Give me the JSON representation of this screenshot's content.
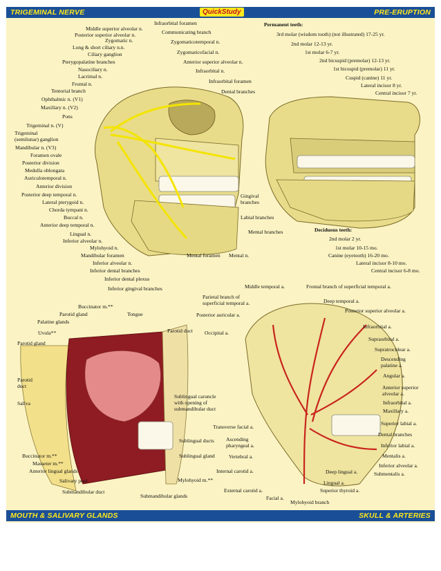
{
  "header": {
    "left_title": "TRIGEMINAL NERVE",
    "logo": "QuickStudy",
    "right_title": "PRE-ERUPTION"
  },
  "footer": {
    "left_title": "MOUTH & SALIVARY GLANDS",
    "right_title": "SKULL & ARTERIES"
  },
  "trigeminal": {
    "labels": [
      "Infraorbital foramen",
      "Middle superior alveolar n.",
      "Posterior superior alveolar n.",
      "Communicating branch",
      "Zygomatic n.",
      "Zygomaticotemporal n.",
      "Long & short ciliary n.n.",
      "Zygomaticofacial n.",
      "Ciliary ganglion",
      "Pterygopalatine branches",
      "Anterior superior alveolar n.",
      "Nasociliary n.",
      "Infraorbital n.",
      "Lacrimal n.",
      "Infraorbital foramen",
      "Frontal n.",
      "Tentorial branch",
      "Dental branches",
      "Ophthalmic n. (V1)",
      "Maxillary n. (V2)",
      "Pons",
      "Trigeminal n. (V)",
      "Trigeminal",
      "(semilunar) ganglion",
      "Mandibular n. (V3)",
      "Foramen ovale",
      "Posterior division",
      "Medulla oblongata",
      "Auriculotemporal n.",
      "Anterior division",
      "Posterior deep temporal n.",
      "Lateral pterygoid n.",
      "Chorda tympani n.",
      "Buccal n.",
      "Anterior deep temporal n.",
      "Lingual n.",
      "Inferior alveolar n.",
      "Mylohyoid n.",
      "Mandibular foramen",
      "Inferior alveolar n.",
      "Inferior dental branches",
      "Inferior dental plexus",
      "Inferior gingival branches",
      "Gingival",
      "branches",
      "Labial branches",
      "Mental branches",
      "Mental foramen",
      "Mental n."
    ]
  },
  "eruption": {
    "permanent_title": "Permanent teeth:",
    "permanent": [
      "3rd molar (wisdom tooth) (not illustrated) 17-25 yr.",
      "2nd molar 12-13 yr.",
      "1st molar 6-7 yr.",
      "2nd bicuspid (premolar) 12-13 yr.",
      "1st bicuspid (premolar) 11 yr.",
      "Cuspid (canine) 11 yr.",
      "Lateral incisor 8 yr.",
      "Central incisor 7 yr."
    ],
    "deciduous_title": "Deciduous teeth:",
    "deciduous": [
      "2nd molar 2 yr.",
      "1st molar 10-15 mo.",
      "Canine (eyetooth) 16-20 mo.",
      "Lateral incisor 8-10 mo.",
      "Central incisor 6-8 mo."
    ]
  },
  "mouth": {
    "labels": [
      "Buccinator m.**",
      "Parotid gland",
      "Tongue",
      "Palatine glands",
      "Uvula**",
      "Parotid duct",
      "Parotid gland",
      "Parotid",
      "duct",
      "Saliva",
      "Sublingual caruncle",
      "with opening of",
      "submandibular duct",
      "Sublingual ducts",
      "Sublingual gland",
      "Buccinator m.**",
      "Masseter m.**",
      "Anterior lingual glands",
      "Salivary pool",
      "Mylohyoid m.**",
      "Submandibular duct",
      "Submandibular glands"
    ]
  },
  "arteries": {
    "labels": [
      "Middle temporal a.",
      "Frontal branch of superficial temporal a.",
      "Parietal branch of",
      "superficial temporal a.",
      "Deep temporal a.",
      "Posterior auricular a.",
      "Posterior superior alveolar a.",
      "Infraorbital a.",
      "Occipital a.",
      "Supraorbital a.",
      "Supratrochlear a.",
      "Descending",
      "palatine a.",
      "Angular a.",
      "Anterior superior",
      "alveolar a.",
      "Infraorbital a.",
      "Maxillary a.",
      "Transverse facial a.",
      "Superior labial a.",
      "Dental branches",
      "Ascending",
      "pharyngeal a.",
      "Inferior labial a.",
      "Vertebral a.",
      "Mentalis a.",
      "Internal carotid a.",
      "Inferior alveolar a.",
      "Deep lingual a.",
      "Submentalis a.",
      "Lingual a.",
      "External carotid a.",
      "Superior thyroid a.",
      "Facial a.",
      "Mylohyoid branch"
    ]
  }
}
